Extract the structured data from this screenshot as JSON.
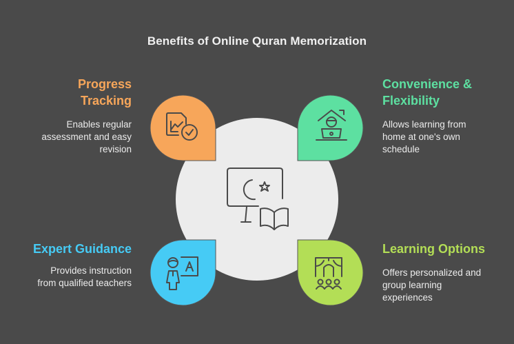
{
  "title": "Benefits of Online Quran Memorization",
  "center": {
    "icon": "monitor-crescent-star-book-icon",
    "color": "#ececec"
  },
  "items": [
    {
      "id": "progress-tracking",
      "heading": "Progress Tracking",
      "heading_lines": [
        "Progress",
        "Tracking"
      ],
      "description": "Enables regular assessment and easy revision",
      "description_lines": [
        "Enables regular",
        "assessment and easy",
        "revision"
      ],
      "icon": "chart-document-check-icon",
      "color": "#f7a65a",
      "position": "top-left"
    },
    {
      "id": "convenience-flexibility",
      "heading": "Convenience & Flexibility",
      "heading_lines": [
        "Convenience &",
        "Flexibility"
      ],
      "description": "Allows learning from home at one's own schedule",
      "description_lines": [
        "Allows learning from",
        "home at one's own",
        "schedule"
      ],
      "icon": "home-laptop-person-icon",
      "color": "#5de0a1",
      "position": "top-right"
    },
    {
      "id": "expert-guidance",
      "heading": "Expert Guidance",
      "heading_lines": [
        "Expert Guidance"
      ],
      "description": "Provides instruction from qualified teachers",
      "description_lines": [
        "Provides instruction",
        "from qualified teachers"
      ],
      "icon": "teacher-board-icon",
      "color": "#46cbf5",
      "position": "bottom-left"
    },
    {
      "id": "learning-options",
      "heading": "Learning Options",
      "heading_lines": [
        "Learning Options"
      ],
      "description": "Offers personalized and group learning experiences",
      "description_lines": [
        "Offers personalized and",
        "group learning",
        "experiences"
      ],
      "icon": "classroom-group-icon",
      "color": "#b3de56",
      "position": "bottom-right"
    }
  ]
}
